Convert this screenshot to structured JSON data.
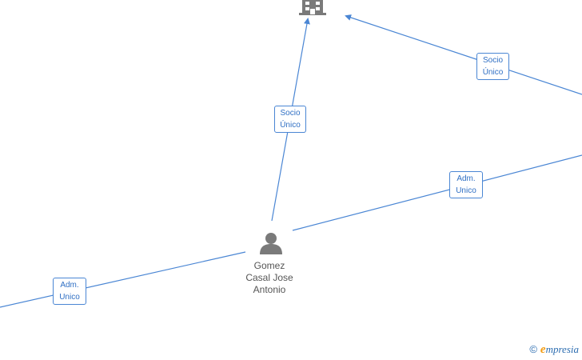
{
  "nodes": {
    "company": {
      "icon": "building-icon"
    },
    "person": {
      "icon": "person-icon",
      "name_lines": [
        "Gomez",
        "Casal Jose",
        "Antonio"
      ]
    }
  },
  "edges": [
    {
      "id": "edge-person-company",
      "label_lines": [
        "Socio",
        "Único"
      ]
    },
    {
      "id": "edge-right-company",
      "label_lines": [
        "Socio",
        "Único"
      ]
    },
    {
      "id": "edge-person-right",
      "label_lines": [
        "Adm.",
        "Unico"
      ]
    },
    {
      "id": "edge-left-person",
      "label_lines": [
        "Adm.",
        "Unico"
      ]
    }
  ],
  "colors": {
    "edge": "#4a86d4",
    "node_icon": "#7a7a7a",
    "label_text": "#2f6fc4"
  },
  "watermark": {
    "symbol": "©",
    "brand_initial": "e",
    "brand_rest": "mpresia"
  }
}
